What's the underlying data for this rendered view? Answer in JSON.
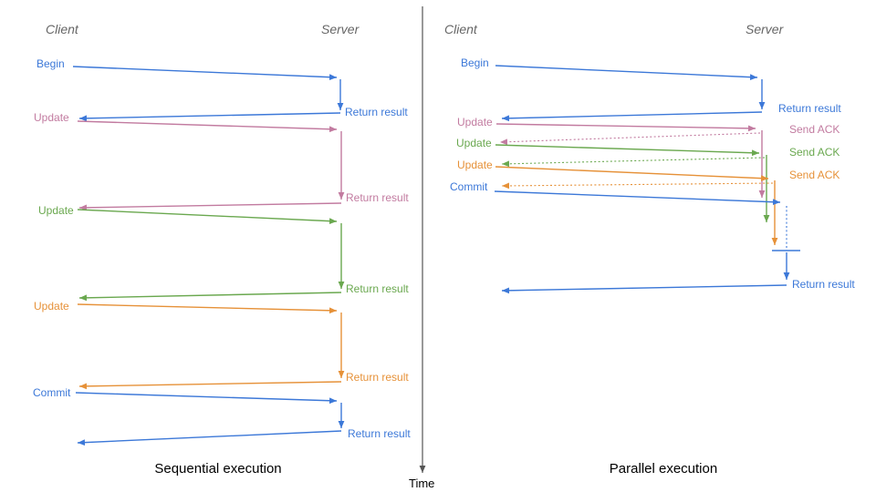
{
  "colors": {
    "blue": "#3c78d8",
    "pink": "#c27ba0",
    "green": "#6aa84f",
    "orange": "#e69138",
    "header_gray": "#666666",
    "axis": "#555555",
    "title": "#000000"
  },
  "time_axis": {
    "label": "Time"
  },
  "panels": {
    "left": {
      "title": "Sequential execution",
      "client_header": "Client",
      "server_header": "Server",
      "messages": [
        {
          "request": "Begin",
          "response": "Return result",
          "color": "blue"
        },
        {
          "request": "Update",
          "response": "Return result",
          "color": "pink"
        },
        {
          "request": "Update",
          "response": "Return result",
          "color": "green"
        },
        {
          "request": "Update",
          "response": "Return result",
          "color": "orange"
        },
        {
          "request": "Commit",
          "response": "Return result",
          "color": "blue"
        }
      ]
    },
    "right": {
      "title": "Parallel execution",
      "client_header": "Client",
      "server_header": "Server",
      "messages": [
        {
          "request": "Begin",
          "response": "Return result",
          "color": "blue"
        },
        {
          "request": "Update",
          "response": "Send ACK",
          "color": "pink"
        },
        {
          "request": "Update",
          "response": "Send ACK",
          "color": "green"
        },
        {
          "request": "Update",
          "response": "Send ACK",
          "color": "orange"
        },
        {
          "request": "Commit",
          "response": "Return result",
          "color": "blue"
        }
      ]
    }
  }
}
